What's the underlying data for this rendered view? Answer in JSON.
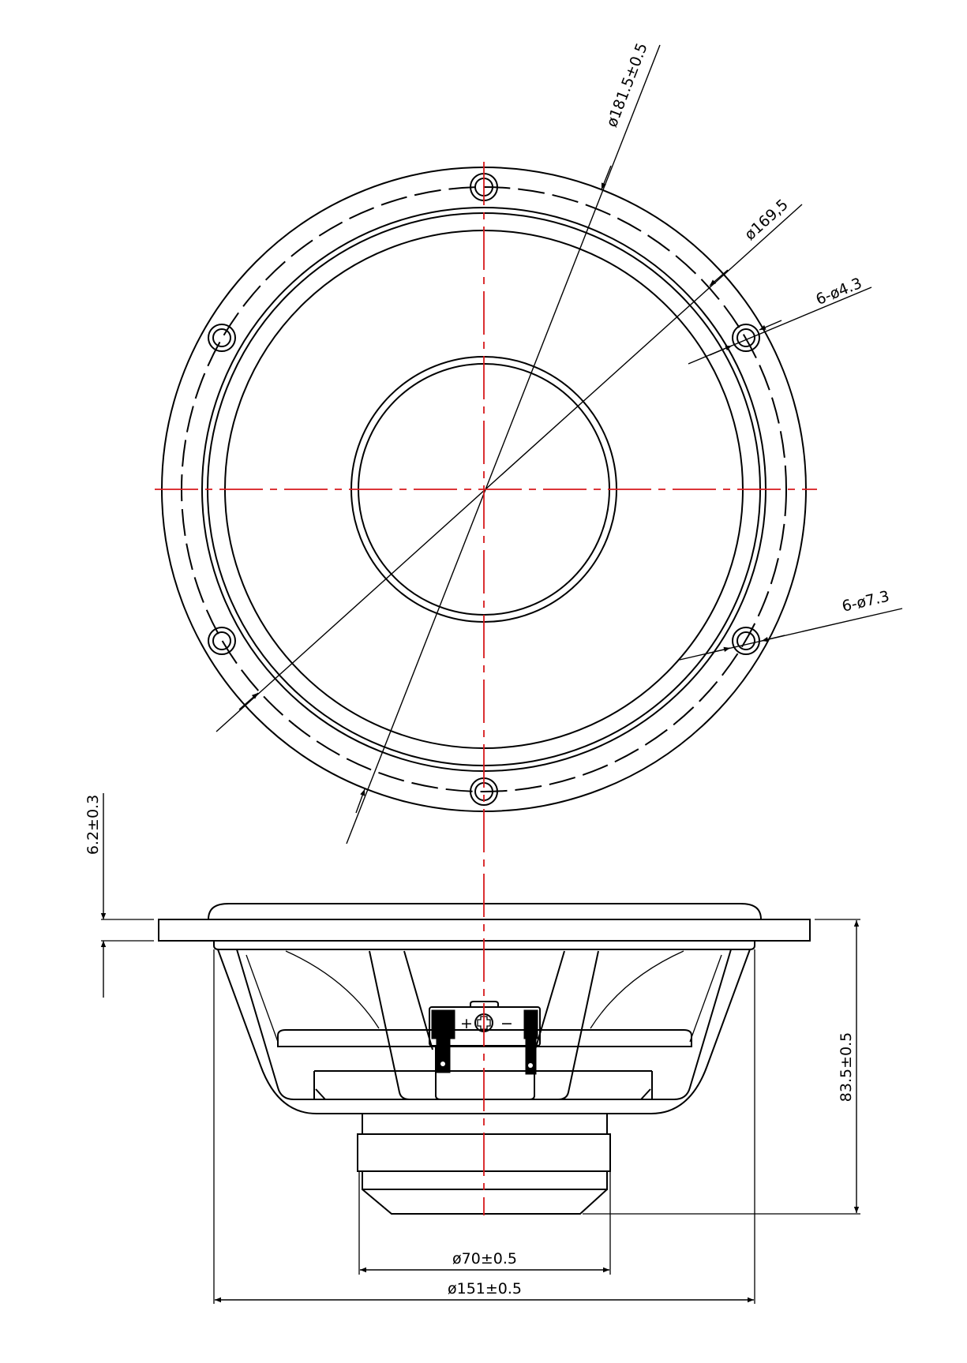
{
  "drawing": {
    "top_view": {
      "dim_outer_diameter": "ø181.5±0.5",
      "dim_bolt_circle": "ø169,5",
      "dim_small_holes": "6-ø4.3",
      "dim_large_holes": "6-ø7.3"
    },
    "side_view": {
      "dim_flange_thickness": "6.2±0.3",
      "dim_depth": "83.5±0.5",
      "dim_magnet_diameter": "ø70±0.5",
      "dim_basket_diameter": "ø151±0.5",
      "terminal_plus": "+",
      "terminal_minus": "−"
    },
    "colors": {
      "line": "#000000",
      "centerline": "#d7191c"
    }
  }
}
